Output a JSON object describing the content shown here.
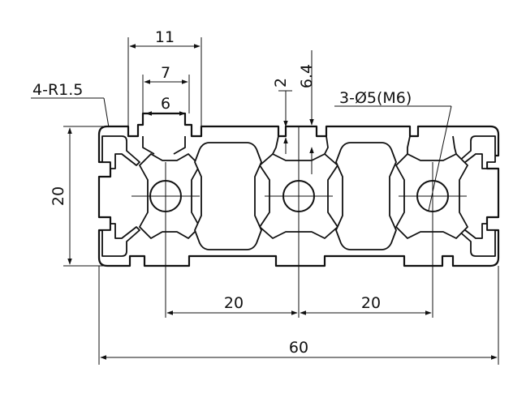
{
  "dimensions": {
    "slot_outer": "11",
    "slot_mid": "7",
    "slot_inner": "6",
    "corner_radius": "4-R1.5",
    "lip": "2",
    "depth": "6.4",
    "holes": "3-Ø5(M6)",
    "height": "20",
    "pitch_1": "20",
    "pitch_2": "20",
    "total_length": "60"
  },
  "colors": {
    "line": "#111111",
    "background": "#ffffff"
  }
}
